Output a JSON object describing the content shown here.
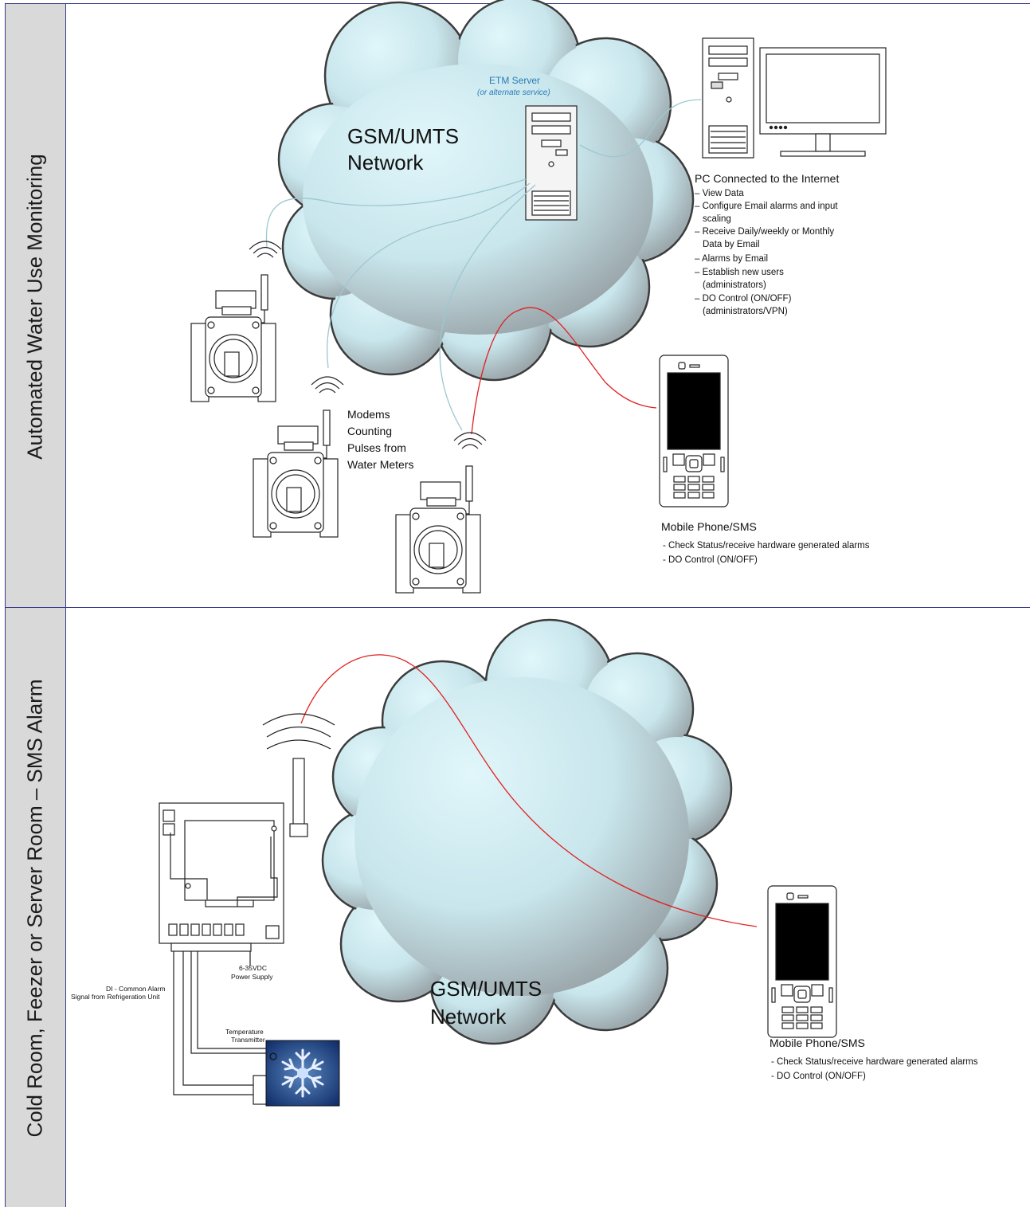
{
  "sections": {
    "top_label": "Automated Water Use Monitoring",
    "bottom_label": "Cold Room, Feezer or Server Room – SMS Alarm"
  },
  "top": {
    "network_line1": "GSM/UMTS",
    "network_line2": "Network",
    "server_title": "ETM Server",
    "server_subtitle": "(or alternate service)",
    "pc_title": "PC Connected to the Internet",
    "pc_items": [
      "– View Data",
      "– Configure Email alarms and input",
      "scaling",
      "– Receive Daily/weekly or Monthly",
      "Data by Email",
      "– Alarms by Email",
      "– Establish new users",
      "(administrators)",
      "– DO Control (ON/OFF)",
      "(administrators/VPN)"
    ],
    "modems_label": [
      "Modems",
      "Counting",
      "Pulses from",
      "Water Meters"
    ],
    "phone_title": "Mobile Phone/SMS",
    "phone_items": [
      "- Check Status/receive hardware generated alarms",
      "- DO Control (ON/OFF)"
    ]
  },
  "bottom": {
    "network_line1": "GSM/UMTS",
    "network_line2": "Network",
    "power_label": [
      "6-35VDC",
      "Power Supply"
    ],
    "di_label": [
      "DI - Common Alarm",
      "Signal from Refrigeration Unit"
    ],
    "temp_label": [
      "Temperature",
      "Transmitter"
    ],
    "phone_title": "Mobile Phone/SMS",
    "phone_items": [
      "- Check Status/receive hardware generated alarms",
      "- DO Control (ON/OFF)"
    ]
  },
  "colors": {
    "border": "#3a3a8c",
    "sidebar": "#d9d9d9",
    "server_text": "#2a7ab8",
    "signal_red": "#e02020",
    "signal_cyan": "#9cc8d0"
  }
}
